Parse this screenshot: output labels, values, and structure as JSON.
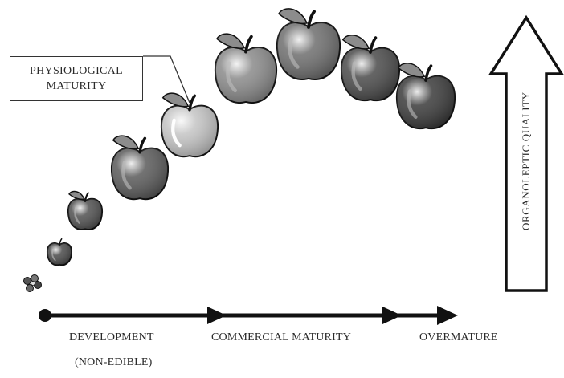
{
  "diagram": {
    "physiological_label_line1": "PHYSIOLOGICAL",
    "physiological_label_line2": "MATURITY",
    "stage_development": "DEVELOPMENT",
    "stage_development_note": "(NON-EDIBLE)",
    "stage_commercial": "COMMERCIAL MATURITY",
    "stage_overmature": "OVERMATURE",
    "quality_axis_label": "ORGANOLEPTIC QUALITY"
  },
  "icons": [
    "flower-bud-icon",
    "apple-icon",
    "apple-stem-icon",
    "apple-leaf-icon",
    "arrow-right-icon",
    "arrow-up-icon"
  ],
  "colors": {
    "ink": "#111111",
    "apple_light": "#c9c9c9",
    "apple_dark": "#3a3a3a"
  }
}
